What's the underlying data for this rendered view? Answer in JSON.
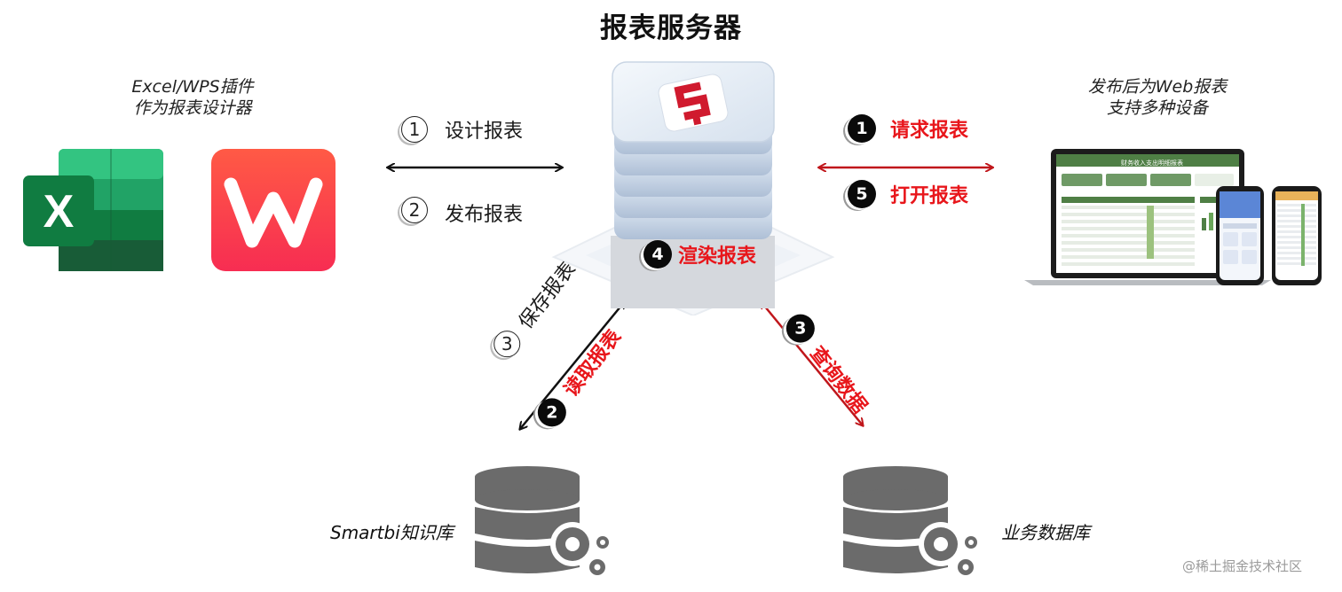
{
  "title": "报表服务器",
  "designer": {
    "line1": "Excel/WPS插件",
    "line2": "作为报表设计器"
  },
  "web": {
    "line1": "发布后为Web报表",
    "line2": "支持多种设备"
  },
  "left_steps": [
    {
      "num": "1",
      "label": "设计报表"
    },
    {
      "num": "2",
      "label": "发布报表"
    }
  ],
  "right_steps": [
    {
      "num": "1",
      "label": "请求报表"
    },
    {
      "num": "5",
      "label": "打开报表"
    }
  ],
  "render_step": {
    "num": "4",
    "label": "渲染报表"
  },
  "save_step": {
    "num": "3",
    "label": "保存报表"
  },
  "read_step": {
    "num": "2",
    "label": "读取报表"
  },
  "query_step": {
    "num": "3",
    "label": "查询数据"
  },
  "knowledge_db": "Smartbi知识库",
  "business_db": "业务数据库",
  "watermark": "@稀土掘金技术社区",
  "mock_report_title": "财务收入支出明细报表",
  "colors": {
    "accent_red": "#e8161b",
    "excel_green": "#1e7145",
    "wps_red": "#fa3e3e",
    "report_green": "#4f7f45"
  }
}
